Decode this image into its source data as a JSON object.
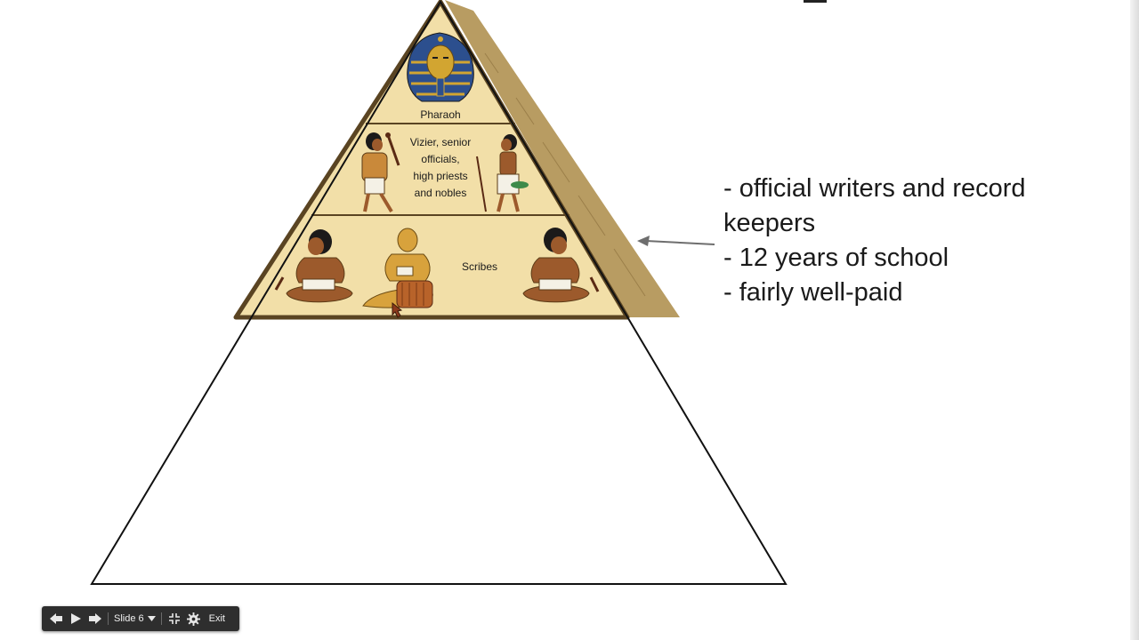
{
  "pyramid": {
    "tiers": [
      {
        "id": "pharaoh",
        "label": [
          "Pharaoh"
        ]
      },
      {
        "id": "officials",
        "label": [
          "Vizier, senior",
          "officials,",
          "high priests",
          "and nobles"
        ]
      },
      {
        "id": "scribes",
        "label": [
          "Scribes"
        ]
      }
    ],
    "colors": {
      "parchment": "#f2dfa8",
      "stone": "#b89c62",
      "outline": "#5a4422",
      "skin": "#9c5a2c",
      "hair": "#1c1a1a",
      "gold": "#d2a531",
      "blue": "#2c4f8e",
      "linen": "#f4f1e6"
    }
  },
  "notes": {
    "lines": [
      "- official writers and record keepers",
      "- 12 years of school",
      "- fairly well-paid"
    ]
  },
  "toolbar": {
    "back_icon": "arrow-left-icon",
    "play_icon": "play-icon",
    "forward_icon": "arrow-right-icon",
    "slide_label": "Slide 6",
    "dropdown_icon": "caret-down-icon",
    "fullscreen_icon": "exit-fullscreen-icon",
    "settings_icon": "gear-icon",
    "exit_label": "Exit"
  }
}
